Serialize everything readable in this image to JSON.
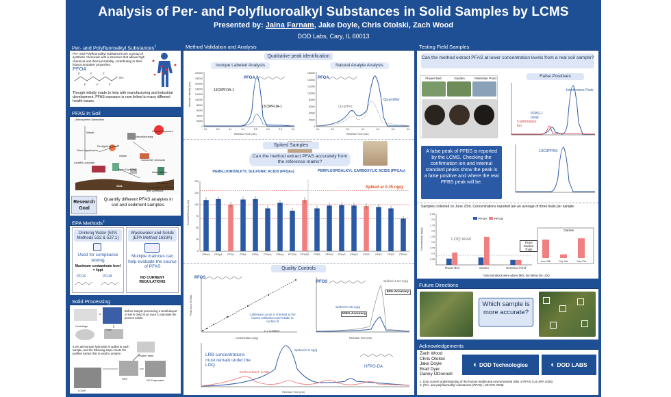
{
  "header": {
    "title": "Analysis of Per- and Polyfluoroalkyl Substances in Solid Samples by LCMS",
    "presented_by": "Presented by:",
    "presenter": "Jaina Farnam",
    "coauthors": ", Jake Doyle, Chris Otolski, Zach Wood",
    "affiliation": "DOD Labs, Cary, IL 60013"
  },
  "panels": {
    "pfas_intro": "Per- and Polyfluoroalkyl Substances",
    "pfas_intro_sup": "1",
    "pfas_soil": "PFAS in Soil",
    "epa": "EPA Methods",
    "epa_sup": "2",
    "solid": "Solid Processing",
    "method": "Method Validation and Analysis",
    "field": "Testing Field Samples",
    "future": "Future Directions",
    "ack": "Acknowledgements"
  },
  "intro": {
    "text1": "Per- and Polyfluoroalkyl substances are a group of synthetic chemicals with a structure that allows high chemical and thermal stability, contributing to their bioaccumulative properties.",
    "molecule": "PFOA",
    "text2": "Though initially made to help with manufacturing and industrial development, PFAS exposure is now linked to many different health issues."
  },
  "soil": {
    "labels": [
      "Atmospheric Deposition",
      "Human Exposure",
      "Manufacturing",
      "Waste",
      "Firefighting Foam",
      "Direct Application",
      "Waste",
      "Consumer products",
      "Landfill Leachate",
      "Open Dumping",
      "Water Water",
      "Fertilizer",
      "SOIL",
      "Consumption of Crops and Livestock"
    ],
    "goal_title": "Research Goal",
    "goal_text": "Quantify different PFAS analytes in soil and sediment samples."
  },
  "epa": {
    "left_title": "Drinking Water (EPA Methods 533 & 537.1)",
    "left_use": "Used for compliance testing",
    "left_limit": "Maximum contaminate level = 4ppt",
    "left_mols": [
      "PFOS",
      "PFOA"
    ],
    "right_title": "Wastewater and Solids (EPA Method 1633A)",
    "right_use": "Multiple matrices can help evaluate the source of PFAS",
    "right_note": "NO CURRENT REGULATIONS"
  },
  "solid": {
    "steps": [
      "Before sample processing a small aliquot of soil is dried in an oven to calculate the percent solids.",
      "0.3% ammonium hydroxide is added to each sample, and the following steps create the purified extract that is used to analyze"
    ],
    "labels": [
      "Centrifuge",
      "Oven",
      "Shaker table",
      "SPE",
      "N2 Evaporator",
      "LCMS"
    ]
  },
  "method": {
    "qual_title": "Qualitative peak identification",
    "iso_title": "Isotope Labeled Analysis",
    "nat_title": "Natural Analyte Analysis",
    "iso_label": "PFOA",
    "iso_peak1": "13C8PFOA-1",
    "iso_peak2": "13C8PFOA-1",
    "nat_label": "PFOA",
    "qualifier": "Qualifier",
    "quantifier": "Quantifier",
    "x_axis": "Retention Time (min)",
    "y_axis": "Absolute Intensity (cps)",
    "iso_y_ticks": [
      "200000",
      "180000",
      "160000",
      "140000",
      "120000",
      "100000",
      "80000",
      "60000",
      "40000",
      "20000",
      "0"
    ],
    "nat_y_ticks": [
      "160000",
      "140000",
      "120000",
      "100000",
      "80000",
      "60000",
      "40000",
      "20000",
      "0"
    ],
    "qual_x_ticks": [
      "4.0",
      "5.0",
      "5.1",
      "5.2",
      "5.3",
      "5.4",
      "5.5",
      "5.6"
    ],
    "nat_x_ticks": [
      "4.0",
      "5.1",
      "5.2",
      "5.3",
      "5.4",
      "5.5",
      "5.6"
    ],
    "spiked_title": "Spiked Samples",
    "spiked_question": "Can the method extract PFAS accurately from the reference matrix?",
    "sulf_title": "PERFLUOROALKYL SULFONIC ACIDS (PFSAs)",
    "carb_title": "PERFLUOROALKYL CARBOXYLIC ACIDS (PFCAs)",
    "spiked_at": "Spiked at 0.25 ng/g",
    "qc_title": "Quality Controls",
    "qc_cal_mol": "PFOS",
    "qc_cal_note": "Calibration curve is checked at the lowest calibration and middle to confirm fit",
    "qc_r2": "r² = 0.99999",
    "qc_peak_mol": "PFOS",
    "qc_peak1": "Spiked 4.84 ng/g",
    "qc_acc1": "94% Accuracy",
    "qc_peak2": "Spiked 0.46 ng/g",
    "qc_acc2": "104% Accuracy",
    "qc_conc": "Concentration (ng/g)",
    "qc_ratio": "Peak Area IS Ratio",
    "lrb_text": "LRB concentrations must remain under the LOQ.",
    "lrb_spike": "Spiked 0.5 ng/g",
    "lrb_blank": "Method Blank (LRB)",
    "lrb_mol": "HFPO-DA"
  },
  "field": {
    "question": "Can the method extract PFAS at lower concentration levels from a real soil sample?",
    "photo_labels": [
      "Flower Bed",
      "Garden",
      "Retention Pond"
    ],
    "fp_title": "False Positives",
    "fp_interference": "Interference Peak",
    "fp_pfbs": "PFBS-1 (real)",
    "fp_confirm": "Confirmation Ion",
    "fp_is": "13C3PFBS",
    "fp_text": "A false peak of PFBS is reported by the LCMS. Checking the confirmation ion and internal standard peaks show the peak is a false positive and where the real PFBS peak will be.",
    "samples_note": "Samples collected on June 23rd. Concentrations reported are an average of three trials per sample.",
    "loq": "LOQ level",
    "inset": "Three Garden Trials",
    "inset_title": "Garden",
    "inset_x": [
      "June 29th",
      "July 16th",
      "July 17th"
    ],
    "legend": [
      "PFOA",
      "PFOS"
    ],
    "bar_cats": [
      "Flower Bed",
      "Garden",
      "Retention Pond"
    ],
    "foot": "*concentrations were above MDL but below the LOQ",
    "yaxis": "Concentration (ng/g)"
  },
  "future": {
    "question": "Which sample is more accurate?"
  },
  "ack": {
    "names": [
      "Zach Wood",
      "Chris Otolski",
      "Jake Doyle",
      "Brad Dyer",
      "Danny ODonnell"
    ],
    "logo1": "DOD Technologies",
    "logo2": "DOD LABS",
    "refs": [
      "1. (Our current understanding of the human health and environmental risks of PFAS | US EPA 2026)",
      "2. (Per- and polyfluoroalkyl substances (PFAS) | US EPA 2026)"
    ]
  },
  "chart_data": [
    {
      "type": "bar",
      "title": "Spiked Samples",
      "categories": [
        "PFHxA",
        "PFHpA",
        "PFOA",
        "PFNA",
        "PFDA",
        "PFUnA",
        "PFDoA",
        "PFTrDA",
        "PFTeDA",
        "PFBS",
        "PFPeS",
        "PFHxS",
        "PFHpS",
        "PFOS",
        "PFNS",
        "PFDS",
        "PFDoS"
      ],
      "values": [
        110,
        112,
        100,
        111,
        112,
        92,
        104,
        87,
        110,
        92,
        98,
        99,
        98,
        97,
        95,
        92,
        70
      ],
      "highlight": [
        "PFOA",
        "PFTeDA",
        "PFOS"
      ],
      "ylabel": "Percent Recovery (%)",
      "ylim": [
        0,
        150
      ],
      "yticks": [
        0,
        25,
        50,
        75,
        100,
        125,
        150
      ]
    },
    {
      "type": "bar",
      "title": "Field samples",
      "categories": [
        "Flower Bed",
        "Garden",
        "Retention Pond"
      ],
      "series": [
        {
          "name": "PFOA",
          "values": [
            0.28,
            0.33,
            0.22
          ]
        },
        {
          "name": "PFOS",
          "values": [
            0.55,
            1.25,
            0.22
          ]
        }
      ],
      "ylabel": "Concentration (ng/g)",
      "ylim": [
        0,
        2.25
      ],
      "yticks": [
        0.25,
        0.5,
        0.75,
        1.0,
        1.25,
        1.5,
        1.75,
        2.0,
        2.25
      ]
    },
    {
      "type": "bar",
      "title": "Garden",
      "categories": [
        "June 29th",
        "July 16th",
        "July 17th"
      ],
      "values": [
        1.5,
        0.3,
        1.6
      ]
    }
  ]
}
